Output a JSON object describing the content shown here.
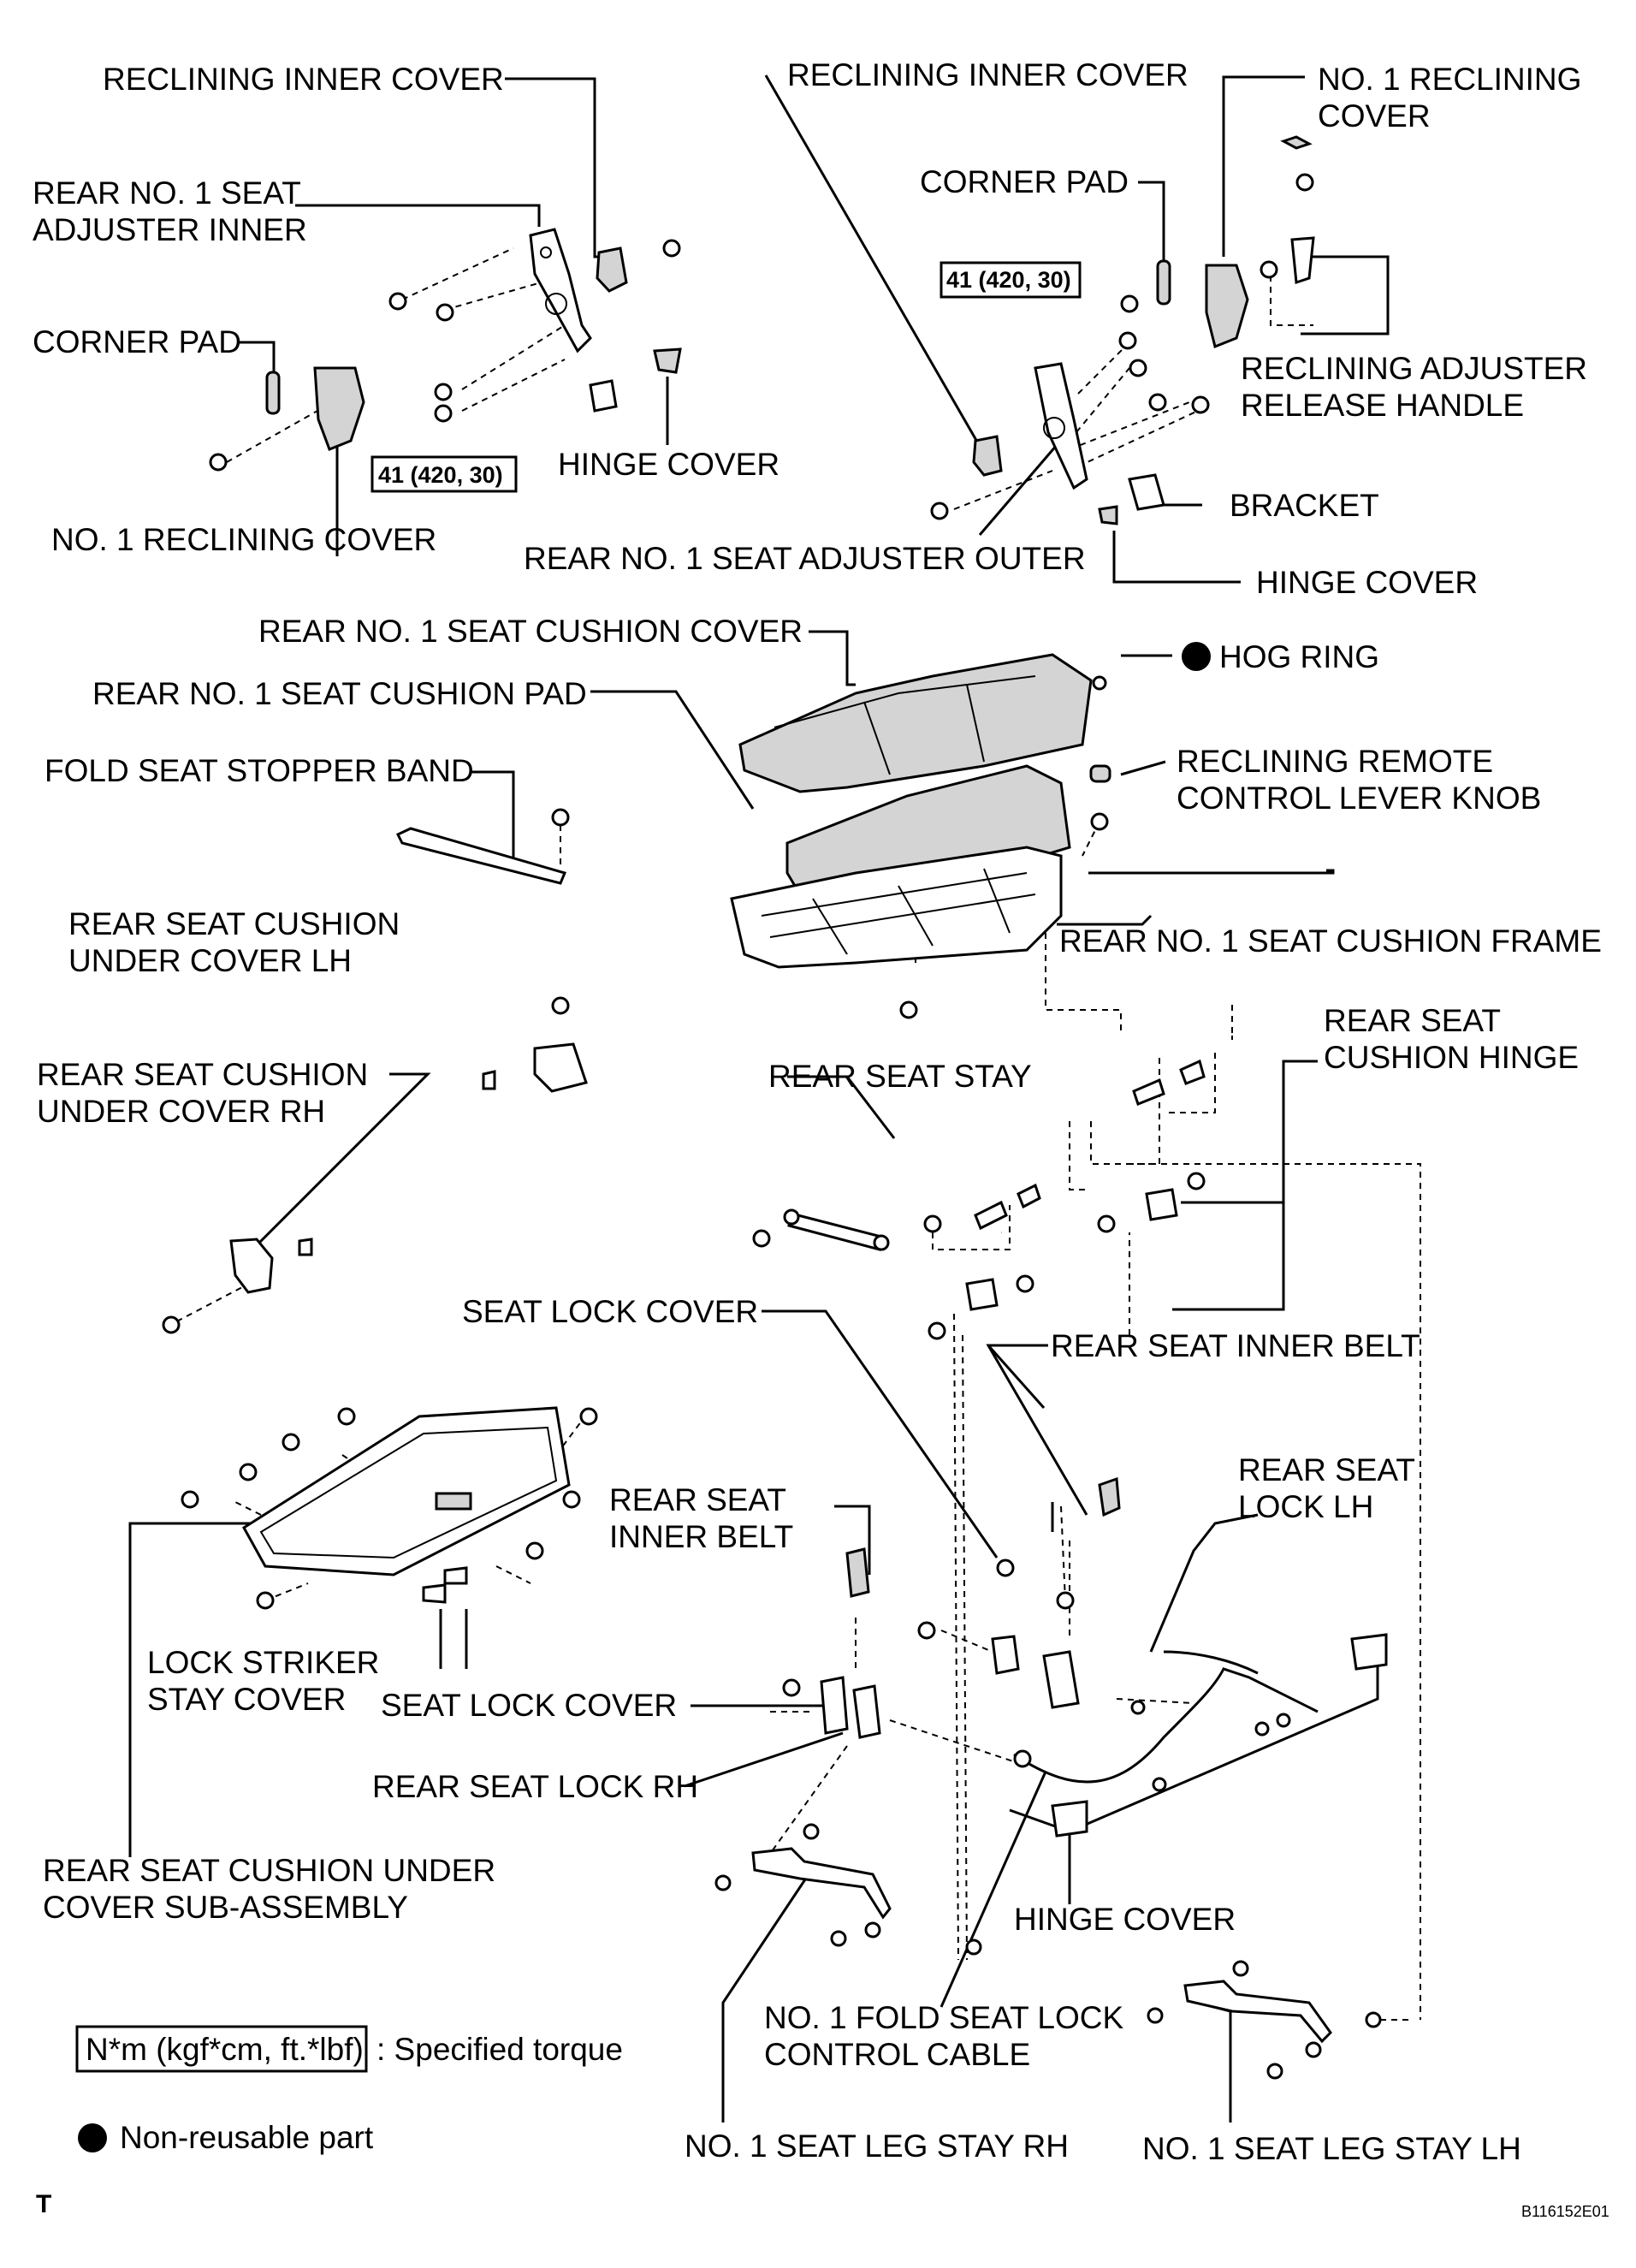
{
  "labels": {
    "l_rec_inner_cover_left": "RECLINING INNER COVER",
    "l_rear_adj_inner_1": "REAR NO. 1 SEAT",
    "l_rear_adj_inner_2": "ADJUSTER INNER",
    "l_corner_pad_left": "CORNER PAD",
    "l_no1_rec_cover_left": "NO. 1 RECLINING COVER",
    "l_hinge_cover_top": "HINGE COVER",
    "l_rec_inner_cover_right": "RECLINING INNER COVER",
    "l_no1_rec_cover_right_1": "NO. 1 RECLINING",
    "l_no1_rec_cover_right_2": "COVER",
    "l_corner_pad_right": "CORNER PAD",
    "l_rec_adj_release_1": "RECLINING ADJUSTER",
    "l_rec_adj_release_2": "RELEASE HANDLE",
    "l_bracket": "BRACKET",
    "l_rear_adj_outer": "REAR NO. 1 SEAT ADJUSTER OUTER",
    "l_hinge_cover_right": "HINGE COVER",
    "l_cushion_cover": "REAR NO. 1 SEAT CUSHION COVER",
    "l_hog_ring": "HOG RING",
    "l_cushion_pad": "REAR NO. 1 SEAT CUSHION PAD",
    "l_fold_stopper": "FOLD SEAT STOPPER BAND",
    "l_remote_knob_1": "RECLINING REMOTE",
    "l_remote_knob_2": "CONTROL  LEVER KNOB",
    "l_cushion_frame": "REAR NO. 1 SEAT CUSHION FRAME",
    "l_under_lh_1": "REAR SEAT CUSHION",
    "l_under_lh_2": "UNDER COVER LH",
    "l_cushion_hinge_1": "REAR SEAT",
    "l_cushion_hinge_2": "CUSHION HINGE",
    "l_under_rh_1": "REAR SEAT CUSHION",
    "l_under_rh_2": "UNDER COVER RH",
    "l_seat_stay": "REAR SEAT STAY",
    "l_seat_lock_cover_top": "SEAT LOCK COVER",
    "l_inner_belt_right": "REAR SEAT INNER BELT",
    "l_seat_lock_lh_1": "REAR SEAT",
    "l_seat_lock_lh_2": "LOCK LH",
    "l_inner_belt_left_1": "REAR SEAT",
    "l_inner_belt_left_2": "INNER BELT",
    "l_lock_striker_1": "LOCK STRIKER",
    "l_lock_striker_2": "STAY COVER",
    "l_seat_lock_cover_bottom": "SEAT LOCK COVER",
    "l_seat_lock_rh": "REAR SEAT LOCK RH",
    "l_under_sub_1": "REAR SEAT CUSHION UNDER",
    "l_under_sub_2": "COVER SUB-ASSEMBLY",
    "l_hinge_cover_bottom": "HINGE COVER",
    "l_fold_cable_1": "NO. 1 FOLD SEAT LOCK",
    "l_fold_cable_2": "CONTROL CABLE",
    "l_leg_stay_rh": "NO. 1 SEAT LEG STAY RH",
    "l_leg_stay_lh": "NO. 1 SEAT LEG STAY LH"
  },
  "torque_left": "41 (420, 30)",
  "torque_right": "41 (420, 30)",
  "legend": {
    "torque_box": "N*m (kgf*cm, ft.*lbf)",
    "torque_text": ": Specified torque",
    "nonreusable_text": "Non-reusable part"
  },
  "corner_mark": "T",
  "figure_code": "B116152E01"
}
